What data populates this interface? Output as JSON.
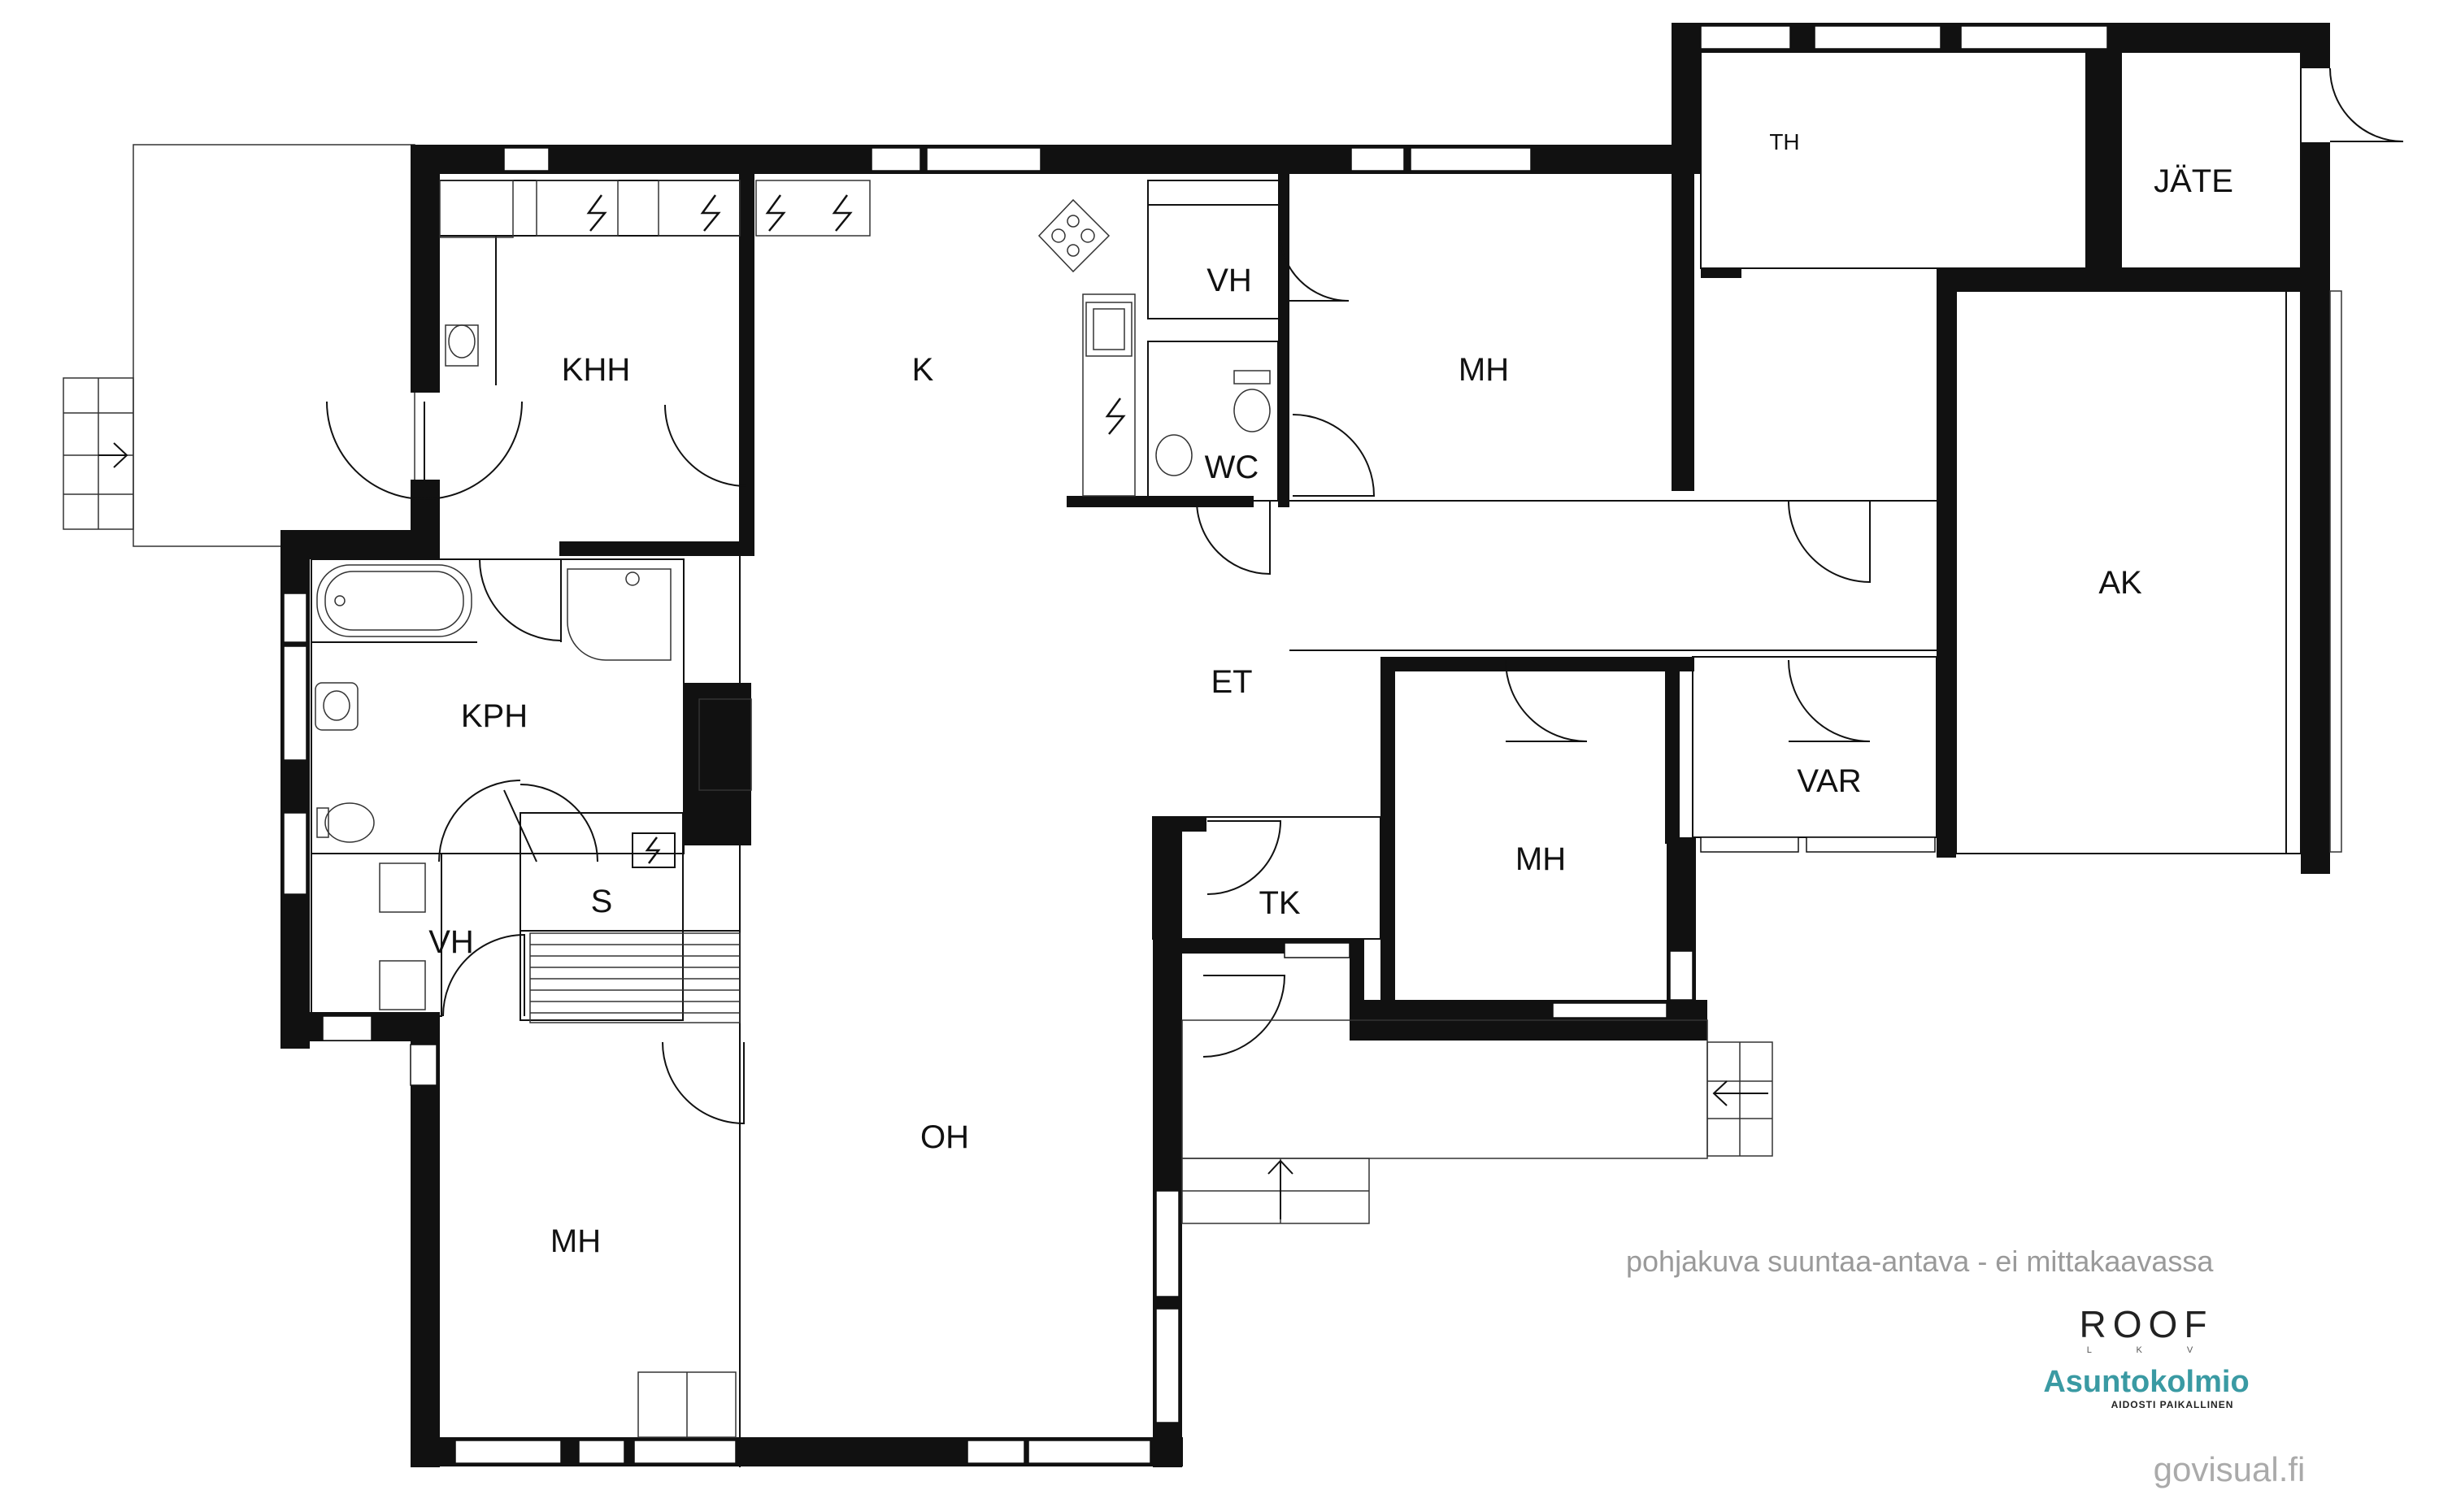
{
  "rooms": {
    "khh": "KHH",
    "k": "K",
    "vh_top": "VH",
    "wc": "WC",
    "mh_top": "MH",
    "th": "TH",
    "jate": "JÄTE",
    "ak": "AK",
    "kph": "KPH",
    "et": "ET",
    "s": "S",
    "vh_bottom": "VH",
    "tk": "TK",
    "mh_middle": "MH",
    "var": "VAR",
    "oh": "OH",
    "mh_bottom": "MH"
  },
  "caption": "pohjakuva suuntaa-antava - ei mittakaavassa",
  "branding": {
    "roof": "ROOF",
    "roof_sub": "L K V",
    "asuntokolmio": "Asuntokolmio",
    "asuntokolmio_tagline": "AIDOSTI PAIKALLINEN",
    "govisual": "govisual.fi"
  }
}
